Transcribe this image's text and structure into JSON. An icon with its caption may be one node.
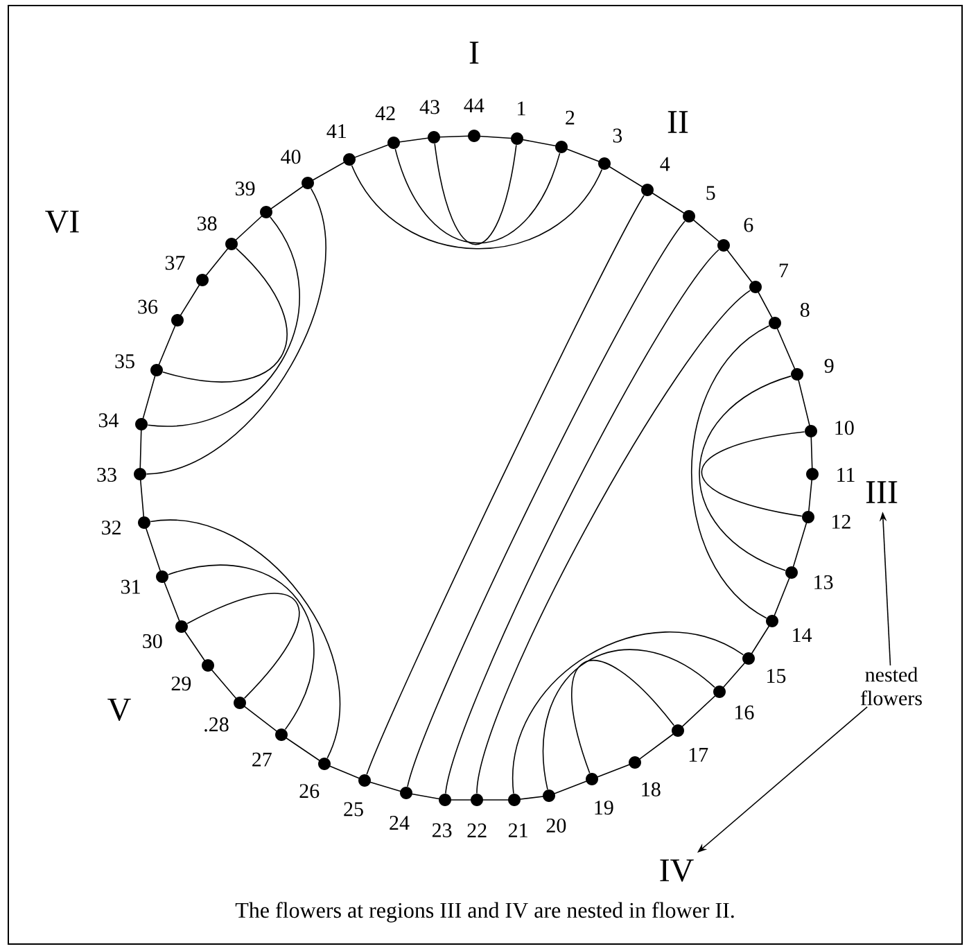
{
  "diagram": {
    "caption": "The flowers at regions III  and  IV are nested in flower II.",
    "nodes": [
      {
        "text": [],
        "shape": "circle",
        "beside": [
          "1"
        ]
      },
      {
        "text": [],
        "shape": "circle",
        "beside": [
          "2"
        ]
      },
      {
        "text": [],
        "shape": "circle",
        "beside": [
          "3"
        ]
      },
      {
        "text": [],
        "shape": "circle",
        "beside": [
          "4"
        ]
      },
      {
        "text": [],
        "shape": "circle",
        "beside": [
          "5"
        ]
      },
      {
        "text": [],
        "shape": "circle",
        "beside": [
          "6"
        ]
      },
      {
        "text": [],
        "shape": "circle",
        "beside": [
          "7"
        ]
      },
      {
        "text": [],
        "shape": "circle",
        "beside": [
          "8"
        ]
      },
      {
        "text": [],
        "shape": "circle",
        "beside": [
          "9"
        ]
      },
      {
        "text": [],
        "shape": "circle",
        "beside": [
          "10"
        ]
      },
      {
        "text": [],
        "shape": "circle",
        "beside": [
          "11"
        ]
      },
      {
        "text": [],
        "shape": "circle",
        "beside": [
          "12"
        ]
      },
      {
        "text": [],
        "shape": "circle",
        "beside": [
          "13"
        ]
      },
      {
        "text": [],
        "shape": "circle",
        "beside": [
          "14"
        ]
      },
      {
        "text": [],
        "shape": "circle",
        "beside": [
          "15"
        ]
      },
      {
        "text": [],
        "shape": "circle",
        "beside": [
          "16"
        ]
      },
      {
        "text": [],
        "shape": "circle",
        "beside": [
          "17"
        ]
      },
      {
        "text": [],
        "shape": "circle",
        "beside": [
          "18"
        ]
      },
      {
        "text": [],
        "shape": "circle",
        "beside": [
          "19"
        ]
      },
      {
        "text": [],
        "shape": "circle",
        "beside": [
          "20"
        ]
      },
      {
        "text": [],
        "shape": "circle",
        "beside": [
          "21"
        ]
      },
      {
        "text": [],
        "shape": "circle",
        "beside": [
          "22"
        ]
      },
      {
        "text": [],
        "shape": "circle",
        "beside": [
          "23"
        ]
      },
      {
        "text": [],
        "shape": "circle",
        "beside": [
          "24"
        ]
      },
      {
        "text": [],
        "shape": "circle",
        "beside": [
          "25"
        ]
      },
      {
        "text": [],
        "shape": "circle",
        "beside": [
          "26"
        ]
      },
      {
        "text": [],
        "shape": "circle",
        "beside": [
          "27"
        ]
      },
      {
        "text": [],
        "shape": "circle",
        "beside": [
          ".28"
        ]
      },
      {
        "text": [],
        "shape": "circle",
        "beside": [
          "29"
        ]
      },
      {
        "text": [],
        "shape": "circle",
        "beside": [
          "30"
        ]
      },
      {
        "text": [],
        "shape": "circle",
        "beside": [
          "31"
        ]
      },
      {
        "text": [],
        "shape": "circle",
        "beside": [
          "32"
        ]
      },
      {
        "text": [],
        "shape": "circle",
        "beside": [
          "33"
        ]
      },
      {
        "text": [],
        "shape": "circle",
        "beside": [
          "34"
        ]
      },
      {
        "text": [],
        "shape": "circle",
        "beside": [
          "35"
        ]
      },
      {
        "text": [],
        "shape": "circle",
        "beside": [
          "36"
        ]
      },
      {
        "text": [],
        "shape": "circle",
        "beside": [
          "37"
        ]
      },
      {
        "text": [],
        "shape": "circle",
        "beside": [
          "38"
        ]
      },
      {
        "text": [],
        "shape": "circle",
        "beside": [
          "39"
        ]
      },
      {
        "text": [],
        "shape": "circle",
        "beside": [
          "40"
        ]
      },
      {
        "text": [],
        "shape": "circle",
        "beside": [
          "41"
        ]
      },
      {
        "text": [],
        "shape": "circle",
        "beside": [
          "42"
        ]
      },
      {
        "text": [],
        "shape": "circle",
        "beside": [
          "43"
        ]
      },
      {
        "text": [],
        "shape": "circle",
        "beside": [
          "44"
        ]
      },
      {
        "text": [
          "III"
        ]
      },
      {
        "text": [
          "IV"
        ]
      },
      {
        "text": [
          "nested flowers"
        ]
      }
    ],
    "edges": [
      {
        "from": 42,
        "to": 0,
        "arrow": "none"
      },
      {
        "from": 41,
        "to": 1,
        "arrow": "none"
      },
      {
        "from": 40,
        "to": 2,
        "arrow": "none"
      },
      {
        "from": 3,
        "to": 24,
        "arrow": "none"
      },
      {
        "from": 4,
        "to": 23,
        "arrow": "none"
      },
      {
        "from": 5,
        "to": 22,
        "arrow": "none"
      },
      {
        "from": 6,
        "to": 21,
        "arrow": "none"
      },
      {
        "from": 7,
        "to": 13,
        "arrow": "none"
      },
      {
        "from": 8,
        "to": 12,
        "arrow": "none"
      },
      {
        "from": 9,
        "to": 11,
        "arrow": "none"
      },
      {
        "from": 14,
        "to": 20,
        "arrow": "none"
      },
      {
        "from": 15,
        "to": 19,
        "arrow": "none"
      },
      {
        "from": 16,
        "to": 18,
        "arrow": "none"
      },
      {
        "from": 25,
        "to": 31,
        "arrow": "none"
      },
      {
        "from": 26,
        "to": 30,
        "arrow": "none"
      },
      {
        "from": 27,
        "to": 29,
        "arrow": "none"
      },
      {
        "from": 32,
        "to": 39,
        "arrow": "none"
      },
      {
        "from": 33,
        "to": 38,
        "arrow": "none"
      },
      {
        "from": 34,
        "to": 37,
        "arrow": "none"
      },
      {
        "from": 46,
        "to": 44,
        "arrow": "to"
      },
      {
        "from": 46,
        "to": 45,
        "arrow": "to"
      }
    ],
    "labels": [
      "I",
      "II",
      "VI",
      "V"
    ]
  }
}
